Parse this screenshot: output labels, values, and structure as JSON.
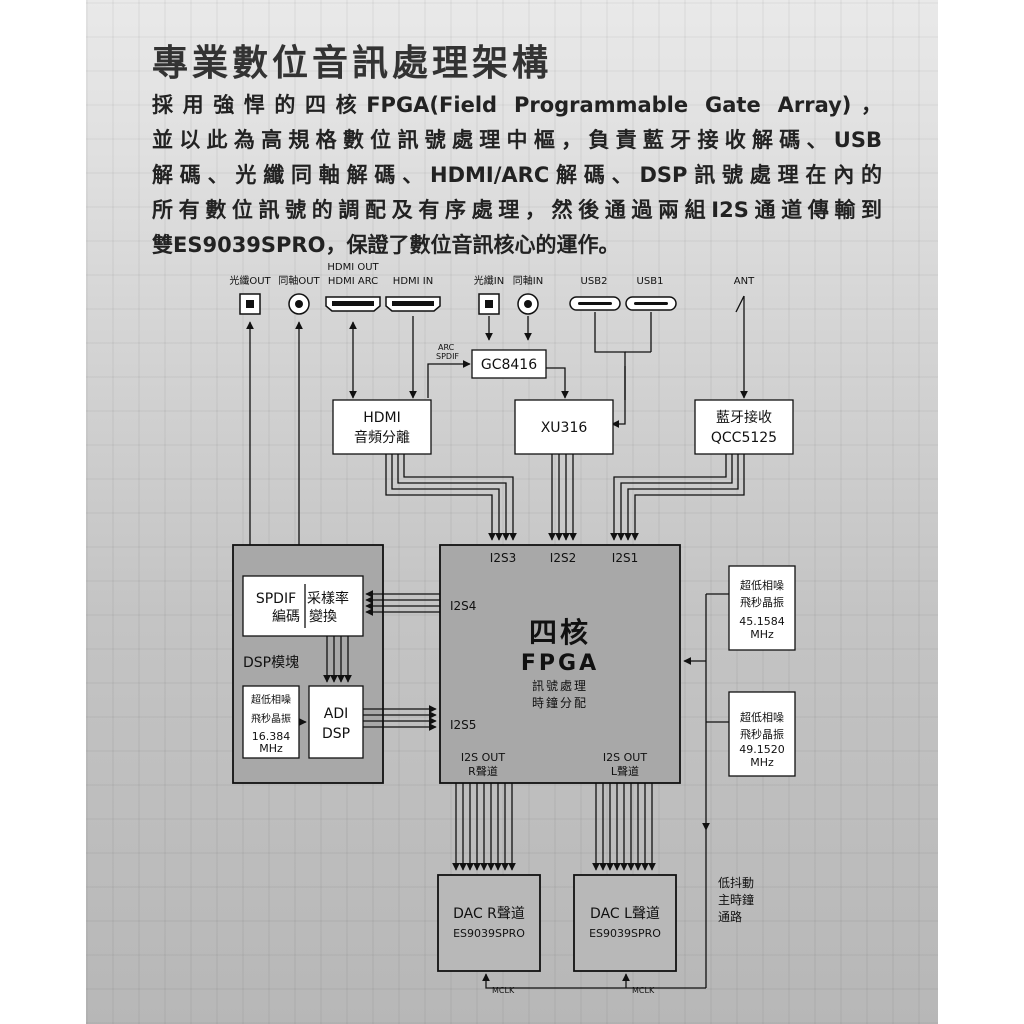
{
  "title": "專業數位音訊處理架構",
  "intro_lines": [
    "採用強悍的四核FPGA(Field Programmable Gate Array)，",
    "並以此為高規格數位訊號處理中樞，負責藍牙接收解碼、USB",
    "解碼、光纖同軸解碼、HDMI/ARC解碼、DSP訊號處理在內的",
    "所有數位訊號的調配及有序處理，然後通過兩組I2S通道傳輸到",
    "雙ES9039SPRO，保證了數位音訊核心的運作。"
  ],
  "ports": {
    "hdmi_out_top": "HDMI OUT",
    "optical_out": "光纖OUT",
    "coax_out": "同軸OUT",
    "hdmi_arc": "HDMI ARC",
    "hdmi_in": "HDMI IN",
    "optical_in": "光纖IN",
    "coax_in": "同軸IN",
    "usb2": "USB2",
    "usb1": "USB1",
    "ant": "ANT"
  },
  "signals": {
    "arc": "ARC",
    "spdif": "SPDIF",
    "mclk": "MCLK"
  },
  "blocks": {
    "gc8416": "GC8416",
    "hdmi_sep_1": "HDMI",
    "hdmi_sep_2": "音頻分離",
    "xu316": "XU316",
    "bt_1": "藍牙接收",
    "bt_2": "QCC5125",
    "spdif_1": "SPDIF",
    "spdif_2": "編碼",
    "src_1": "采樣率",
    "src_2": "變換",
    "dsp_module": "DSP模塊",
    "osc_dsp_1": "超低相噪",
    "osc_dsp_2": "飛秒晶振",
    "osc_dsp_3": "16.384",
    "osc_dsp_4": "MHz",
    "adi_1": "ADI",
    "adi_2": "DSP",
    "fpga_1": "四核",
    "fpga_2": "FPGA",
    "fpga_sub_1": "訊號處理",
    "fpga_sub_2": "時鐘分配",
    "i2s1": "I2S1",
    "i2s2": "I2S2",
    "i2s3": "I2S3",
    "i2s4": "I2S4",
    "i2s5": "I2S5",
    "out_r_1": "I2S OUT",
    "out_r_2": "R聲道",
    "out_l_1": "I2S OUT",
    "out_l_2": "L聲道",
    "osc1_1": "超低相噪",
    "osc1_2": "飛秒晶振",
    "osc1_3": "45.1584",
    "osc1_4": "MHz",
    "osc2_1": "超低相噪",
    "osc2_2": "飛秒晶振",
    "osc2_3": "49.1520",
    "osc2_4": "MHz",
    "clock_1": "低抖動",
    "clock_2": "主時鐘",
    "clock_3": "通路",
    "dac_r_1": "DAC R聲道",
    "dac_r_2": "ES9039SPRO",
    "dac_l_1": "DAC L聲道",
    "dac_l_2": "ES9039SPRO"
  }
}
